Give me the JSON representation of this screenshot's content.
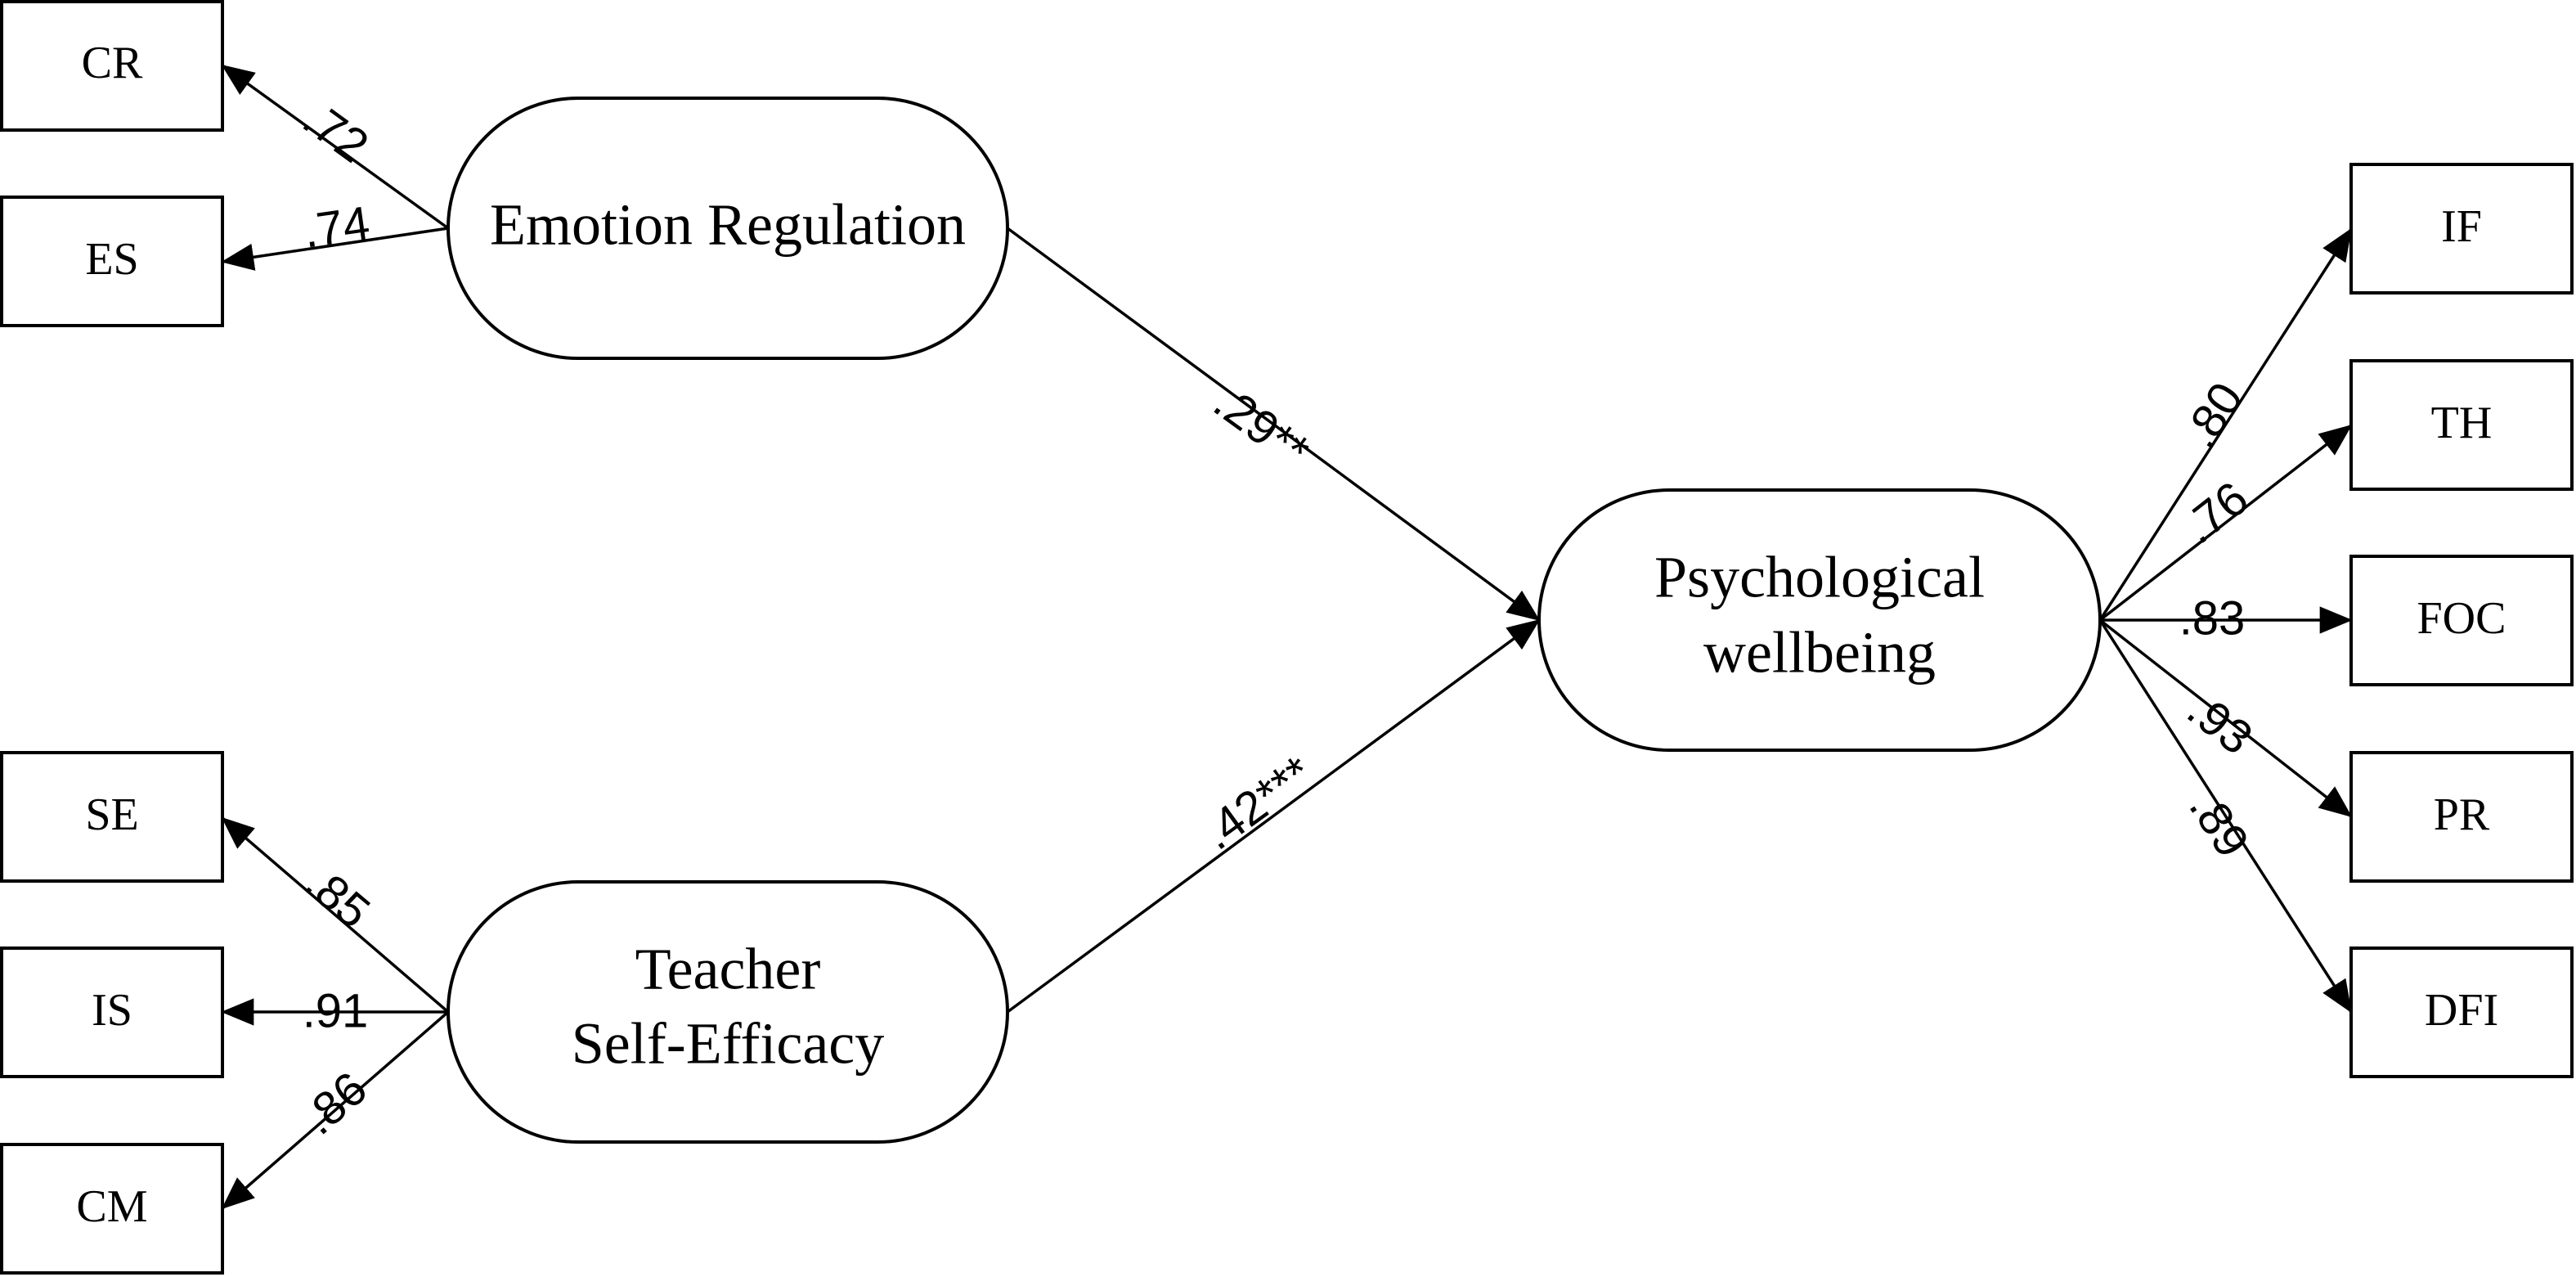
{
  "latents": {
    "emotion_regulation": {
      "label": "Emotion Regulation"
    },
    "teacher_self_efficacy": {
      "line1": "Teacher",
      "line2": "Self-Efficacy"
    },
    "psychological_wellbeing": {
      "line1": "Psychological",
      "line2": "wellbeing"
    }
  },
  "indicators": {
    "cr": "CR",
    "es": "ES",
    "se": "SE",
    "is": "IS",
    "cm": "CM",
    "if": "IF",
    "th": "TH",
    "foc": "FOC",
    "pr": "PR",
    "dfi": "DFI"
  },
  "loadings": {
    "cr": ".72",
    "es": ".74",
    "se": ".85",
    "is": ".91",
    "cm": ".86",
    "if": ".80",
    "th": ".76",
    "foc": ".83",
    "pr": ".93",
    "dfi": ".89"
  },
  "paths": {
    "emotion_to_wellbeing": ".29**",
    "efficacy_to_wellbeing": ".42***"
  }
}
